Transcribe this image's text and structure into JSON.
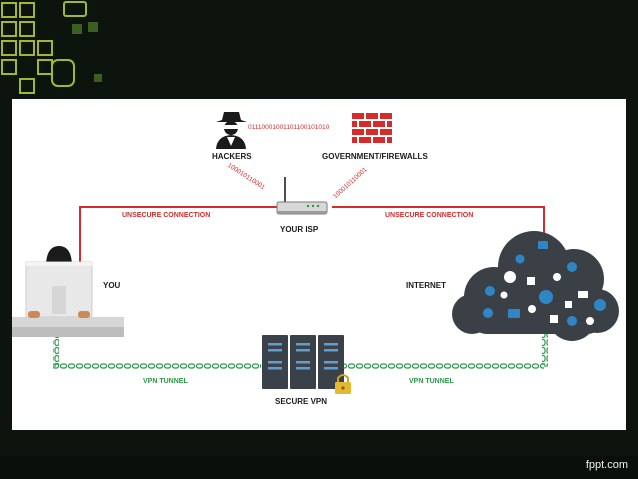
{
  "diagram": {
    "hackers_label": "HACKERS",
    "government_label": "GOVERNMENT/FIREWALLS",
    "isp_label": "YOUR ISP",
    "you_label": "YOU",
    "internet_label": "INTERNET",
    "secure_vpn_label": "SECURE VPN",
    "unsecure_left": "UNSECURE CONNECTION",
    "unsecure_right": "UNSECURE CONNECTION",
    "vpn_tunnel_left": "VPN TUNNEL",
    "vpn_tunnel_right": "VPN TUNNEL",
    "binary_top": "01110001001101100101010",
    "binary_left": "100010110001",
    "binary_right": "100010110001"
  },
  "colors": {
    "unsecure": "#d62b2b",
    "tunnel": "#2a9a47",
    "cloud": "#3b4047",
    "server": "#3a4148"
  },
  "footer": {
    "brand": "fppt.com"
  }
}
